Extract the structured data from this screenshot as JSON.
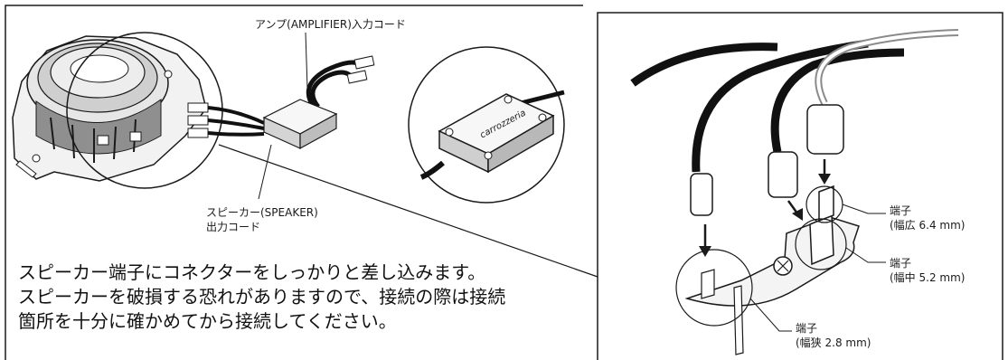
{
  "labels": {
    "amp_cord": "アンプ(AMPLIFIER)入力コード",
    "speaker_cord_1": "スピーカー(SPEAKER)",
    "speaker_cord_2": "出力コード",
    "term_wide_1": "端子",
    "term_wide_2": "(幅広 6.4 mm)",
    "term_mid_1": "端子",
    "term_mid_2": "(幅中 5.2 mm)",
    "term_narrow_1": "端子",
    "term_narrow_2": "(幅狭 2.8 mm)"
  },
  "note": {
    "line1": "スピーカー端子にコネクターをしっかりと差し込みます。",
    "line2": "スピーカーを破損する恐れがありますので、接続の際は接続",
    "line3": "箇所を十分に確かめてから接続してください。"
  },
  "module_brand": "carrozzeria",
  "colors": {
    "line": "#1a1a1a",
    "wire": "#111111",
    "gray": "#8a8a8a",
    "light": "#d9d9d9"
  }
}
